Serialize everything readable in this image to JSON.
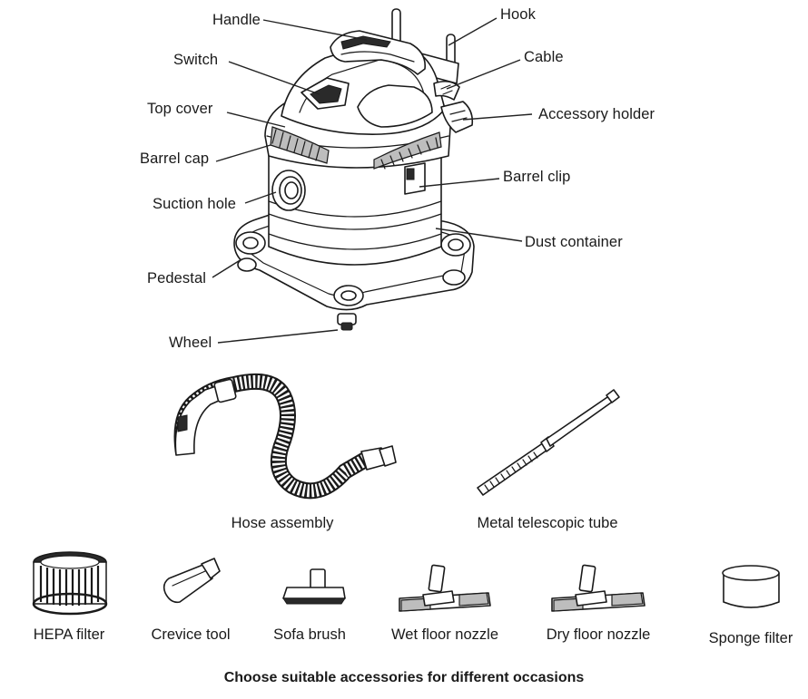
{
  "vacuum_parts": {
    "handle": "Handle",
    "hook": "Hook",
    "switch": "Switch",
    "cable": "Cable",
    "top_cover": "Top cover",
    "accessory_holder": "Accessory holder",
    "barrel_cap": "Barrel cap",
    "barrel_clip": "Barrel clip",
    "suction_hole": "Suction hole",
    "dust_container": "Dust container",
    "pedestal": "Pedestal",
    "wheel": "Wheel"
  },
  "hose_accessories": {
    "hose_assembly": "Hose assembly",
    "metal_telescopic_tube": "Metal telescopic tube"
  },
  "small_accessories": {
    "hepa_filter": "HEPA filter",
    "crevice_tool": "Crevice tool",
    "sofa_brush": "Sofa brush",
    "wet_floor_nozzle": "Wet floor nozzle",
    "dry_floor_nozzle": "Dry floor nozzle",
    "sponge_filter": "Sponge filter"
  },
  "footer": "Choose suitable accessories for different occasions"
}
